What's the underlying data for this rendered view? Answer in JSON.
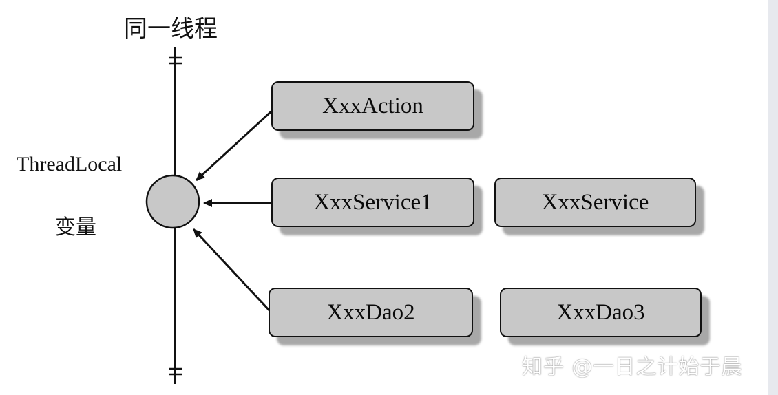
{
  "title": "同一线程",
  "variable": {
    "line1": "ThreadLocal",
    "line2": "变量"
  },
  "boxes": {
    "action": "XxxAction",
    "service1": "XxxService1",
    "service": "XxxService",
    "dao2": "XxxDao2",
    "dao3": "XxxDao3"
  },
  "watermark": "知乎 @一日之计始于晨",
  "colors": {
    "box_fill": "#c8c8c8",
    "box_shadow": "#a8a8a8",
    "circle_fill": "#c8c8c8",
    "line": "#111111"
  }
}
